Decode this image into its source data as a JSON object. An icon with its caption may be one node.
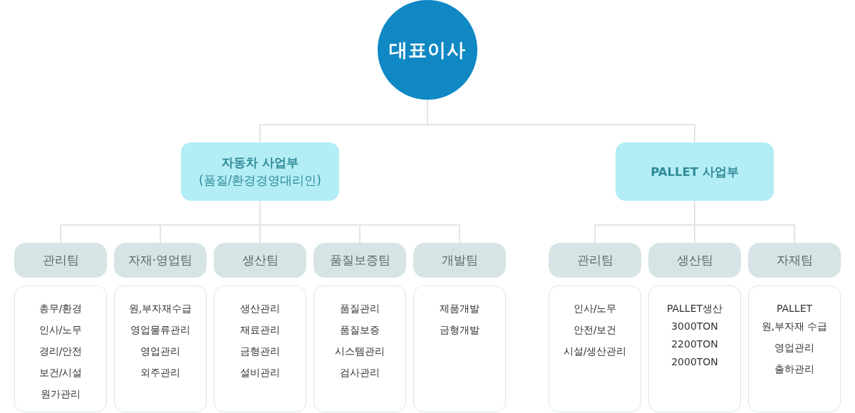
{
  "diagram": {
    "nodes": [
      {
        "text": [
          "대표이사"
        ]
      },
      {
        "text": [
          "자동차 사업부",
          "(품질/환경경영대리인)"
        ]
      },
      {
        "text": [
          "PALLET 사업부"
        ]
      },
      {
        "text": [
          "관리팀"
        ]
      },
      {
        "text": [
          "자재·영업팀"
        ]
      },
      {
        "text": [
          "생산팀"
        ]
      },
      {
        "text": [
          "품질보증팀"
        ]
      },
      {
        "text": [
          "개발팀"
        ]
      },
      {
        "text": [
          "관리팀"
        ]
      },
      {
        "text": [
          "생산팀"
        ]
      },
      {
        "text": [
          "자재팀"
        ]
      },
      {
        "text": [
          "총무/환경",
          "인사/노무",
          "경리/안전",
          "보건/시설",
          "원가관리"
        ]
      },
      {
        "text": [
          "원,부자재수급",
          "영업물류관리",
          "영업관리",
          "외주관리"
        ]
      },
      {
        "text": [
          "생산관리",
          "재료관리",
          "금형관리",
          "설비관리"
        ]
      },
      {
        "text": [
          "품질관리",
          "품질보증",
          "시스템관리",
          "검사관리"
        ]
      },
      {
        "text": [
          "제품개발",
          "금형개발"
        ]
      },
      {
        "text": [
          "인사/노무",
          "안전/보건",
          "시설/생산관리"
        ]
      },
      {
        "text": [
          "PALLET생산 3000TON 2200TON 2000TON"
        ]
      },
      {
        "text": [
          "PALLET 원,부자재 수급",
          "영업관리",
          "출하관리"
        ]
      }
    ],
    "edges": [
      {
        "from": 0,
        "to": 1,
        "arrow": "none"
      },
      {
        "from": 0,
        "to": 2,
        "arrow": "none"
      },
      {
        "from": 1,
        "to": 3,
        "arrow": "none"
      },
      {
        "from": 1,
        "to": 4,
        "arrow": "none"
      },
      {
        "from": 1,
        "to": 5,
        "arrow": "none"
      },
      {
        "from": 1,
        "to": 6,
        "arrow": "none"
      },
      {
        "from": 1,
        "to": 7,
        "arrow": "none"
      },
      {
        "from": 2,
        "to": 8,
        "arrow": "none"
      },
      {
        "from": 2,
        "to": 9,
        "arrow": "none"
      },
      {
        "from": 2,
        "to": 10,
        "arrow": "none"
      }
    ]
  }
}
